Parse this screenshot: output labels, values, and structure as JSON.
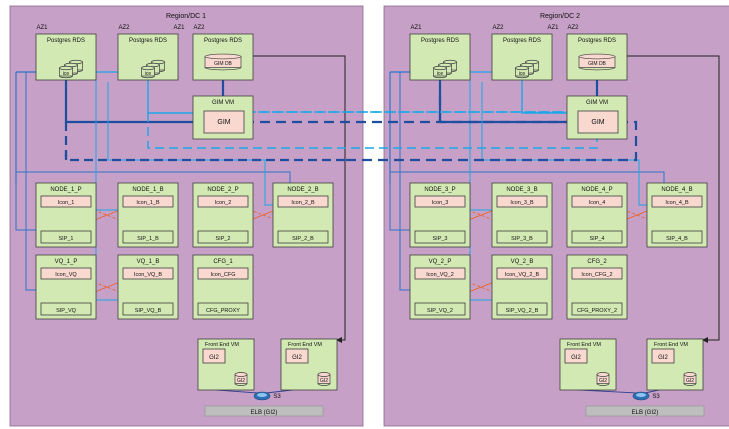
{
  "colors": {
    "region_bg": "#C6A0C6",
    "box_green": "#D2E9B4",
    "box_pink": "#F9D8D0",
    "box_border": "#3F3F3F",
    "line_dark_blue": "#1E4EA0",
    "line_mid_blue": "#2E75C9",
    "line_light_blue": "#1AA7E8",
    "line_black": "#222222",
    "arrow_orange": "#F25C1A",
    "elb_gray": "#BEBEBE"
  },
  "regions": [
    {
      "title": "Region/DC 1",
      "rds": [
        {
          "az": "AZ1",
          "label": "Postgres RDS",
          "db_label": "ice"
        },
        {
          "az": "AZ2",
          "az_sub": "AZ1",
          "label": "Postgres RDS",
          "db_label": "ice"
        },
        {
          "az": "AZ2",
          "label": "Postgres RDS",
          "db_label": "GIM DB"
        }
      ],
      "gim": {
        "vm_label": "GIM VM",
        "label": "GIM"
      },
      "nodes": [
        {
          "title": "NODE_1_P",
          "top": "Icon_1",
          "bottom": "SIP_1"
        },
        {
          "title": "NODE_1_B",
          "top": "Icon_1_B",
          "bottom": "SIP_1_B"
        },
        {
          "title": "NODE_2_P",
          "top": "Icon_2",
          "bottom": "SIP_2"
        },
        {
          "title": "NODE_2_B",
          "top": "Icon_2_B",
          "bottom": "SIP_2_B"
        },
        {
          "title": "VQ_1_P",
          "top": "Icon_VQ",
          "bottom": "SIP_VQ"
        },
        {
          "title": "VQ_1_B",
          "top": "Icon_VQ_B",
          "bottom": "SIP_VQ_B"
        },
        {
          "title": "CFG_1",
          "top": "Icon_CFG",
          "bottom": "CFG_PROXY"
        }
      ],
      "frontends": [
        {
          "vm_label": "Front End VM",
          "gi2": "GI2",
          "db_label": "GI2"
        },
        {
          "vm_label": "Front End VM",
          "gi2": "GI2",
          "db_label": "GI2"
        }
      ],
      "s3": "S3",
      "elb": "ELB (GI2)"
    },
    {
      "title": "Region/DC 2",
      "rds": [
        {
          "az": "AZ1",
          "label": "Postgres RDS",
          "db_label": "ice"
        },
        {
          "az": "AZ2",
          "az_sub": "AZ1",
          "label": "Postgres RDS",
          "db_label": "ice"
        },
        {
          "az": "AZ2",
          "label": "Postgres RDS",
          "db_label": "GIM DB"
        }
      ],
      "gim": {
        "vm_label": "GIM VM",
        "label": "GIM"
      },
      "nodes": [
        {
          "title": "NODE_3_P",
          "top": "Icon_3",
          "bottom": "SIP_3"
        },
        {
          "title": "NODE_3_B",
          "top": "Icon_3_B",
          "bottom": "SIP_3_B"
        },
        {
          "title": "NODE_4_P",
          "top": "Icon_4",
          "bottom": "SIP_4"
        },
        {
          "title": "NODE_4_B",
          "top": "Icon_4_B",
          "bottom": "SIP_4_B"
        },
        {
          "title": "VQ_2_P",
          "top": "Icon_VQ_2",
          "bottom": "SIP_VQ_2"
        },
        {
          "title": "VQ_2_B",
          "top": "Icon_VQ_2_B",
          "bottom": "SIP_VQ_2_B"
        },
        {
          "title": "CFG_2",
          "top": "Icon_CFG_2",
          "bottom": "CFG_PROXY_2"
        }
      ],
      "frontends": [
        {
          "vm_label": "Front End VM",
          "gi2": "GI2",
          "db_label": "GI2"
        },
        {
          "vm_label": "Front End VM",
          "gi2": "GI2",
          "db_label": "GI2"
        }
      ],
      "s3": "S3",
      "elb": "ELB (GI2)"
    }
  ]
}
